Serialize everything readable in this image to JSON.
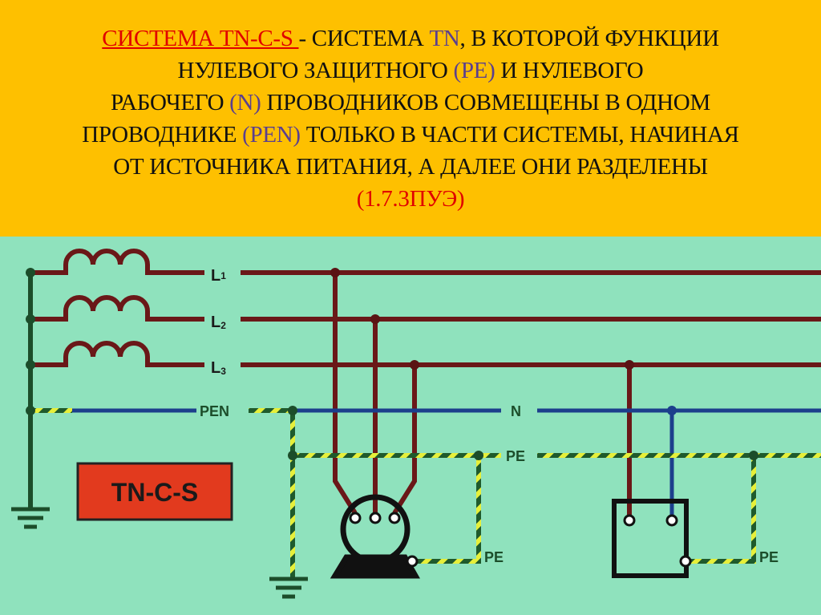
{
  "header": {
    "term": "СИСТЕМА  TN-C-S ",
    "line1_rest_a": "- СИСТЕМА ",
    "tn": "TN",
    "line1_rest_b": ",  В  КОТОРОЙ  ФУНКЦИИ",
    "line2_a": "НУЛЕВОГО  ЗАЩИТНОГО ",
    "pe": "(PE)",
    "line2_b": " И  НУЛЕВОГО",
    "line3_a": "РАБОЧЕГО ",
    "n": "(N)",
    "line3_b": " ПРОВОДНИКОВ  СОВМЕЩЕНЫ  В  ОДНОМ",
    "line4_a": "ПРОВОДНИКЕ ",
    "pen": "(PEN)",
    "line4_b": " ТОЛЬКО  В  ЧАСТИ СИСТЕМЫ, НАЧИНАЯ",
    "line5": "ОТ ИСТОЧНИКА ПИТАНИЯ, А ДАЛЕЕ ОНИ РАЗДЕЛЕНЫ",
    "reference": "(1.7.3ПУЭ)"
  },
  "diagram": {
    "labels": {
      "l1": "L",
      "l1_sub": "1",
      "l2": "L",
      "l2_sub": "2",
      "l3": "L",
      "l3_sub": "3",
      "pen": "PEN",
      "n": "N",
      "pe": "PE",
      "pe_motor": "PE",
      "pe_load": "PE"
    },
    "system_badge": "TN-C-S",
    "colors": {
      "phase": "#6a1818",
      "neutral": "#1c3f8c",
      "pe_stripe_a": "#1f5a2c",
      "pe_stripe_b": "#e6ef3a",
      "bus": "#1c4d2a",
      "badge": "#e23a1e"
    }
  }
}
